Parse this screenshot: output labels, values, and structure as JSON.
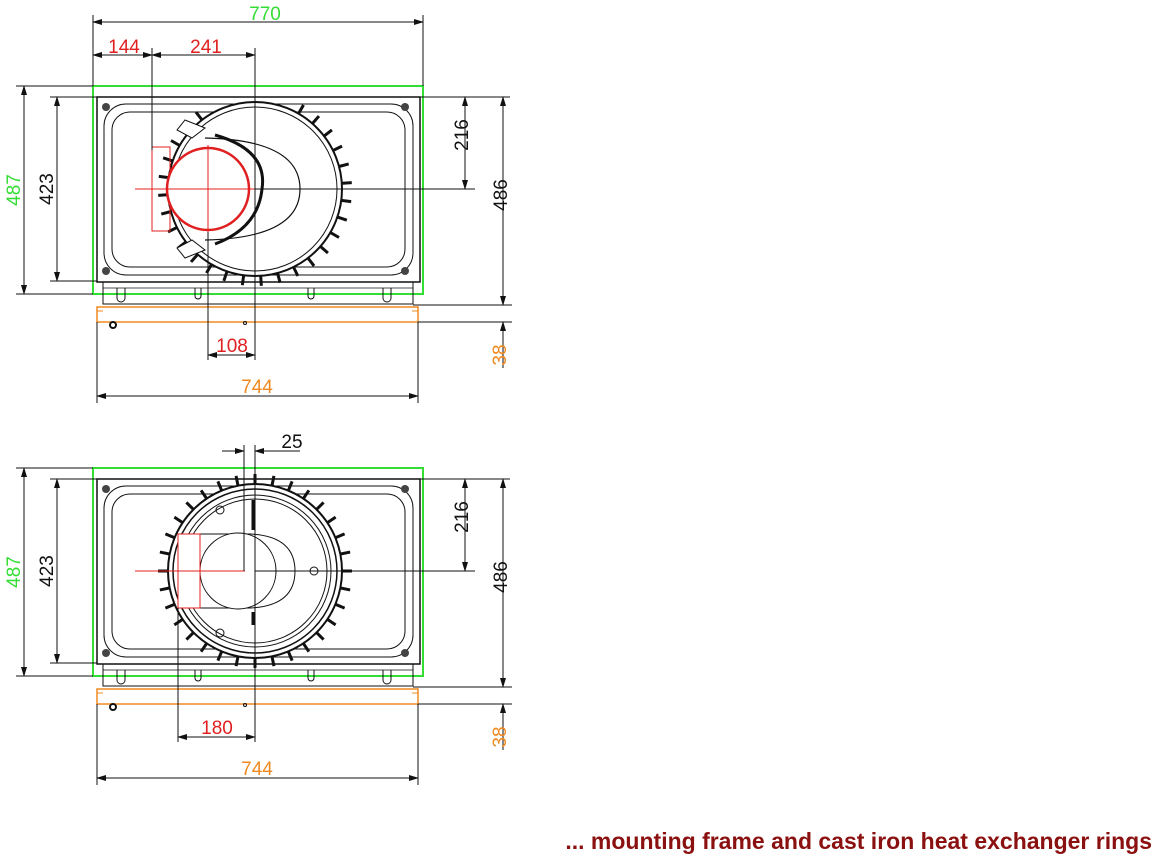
{
  "colors": {
    "green": "#33dd33",
    "red": "#e02020",
    "orange": "#f08a20",
    "black": "#111111",
    "caption": "#8b1010"
  },
  "top_view": {
    "dim_overall_width": "770",
    "dim_offset_left": "144",
    "dim_offset_center": "241",
    "dim_total_height": "487",
    "dim_inner_height": "423",
    "dim_center_height": "216",
    "dim_height_with_rail": "486",
    "dim_frame_height": "38",
    "dim_flue_offset": "108",
    "dim_frame_width": "744"
  },
  "bottom_view": {
    "dim_center_shift": "25",
    "dim_total_height": "487",
    "dim_inner_height": "423",
    "dim_center_height": "216",
    "dim_height_with_rail": "486",
    "dim_frame_height": "38",
    "dim_flue_offset": "180",
    "dim_frame_width": "744"
  },
  "caption": "... mounting frame and cast iron heat exchanger rings"
}
